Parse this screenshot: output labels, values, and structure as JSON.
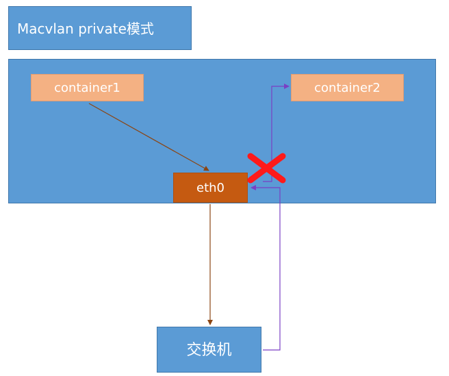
{
  "title": "Macvlan private模式",
  "nodes": {
    "container1": "container1",
    "container2": "container2",
    "eth0": "eth0",
    "switch": "交换机"
  },
  "colors": {
    "box_blue": "#5b9bd5",
    "container_orange": "#f4b183",
    "eth0_orange": "#c55a11",
    "arrow_brown": "#8b4513",
    "arrow_purple": "#7a3fc4",
    "blocked_red": "#ff1a1a"
  },
  "icons": {
    "blocked": "red-x-icon"
  }
}
